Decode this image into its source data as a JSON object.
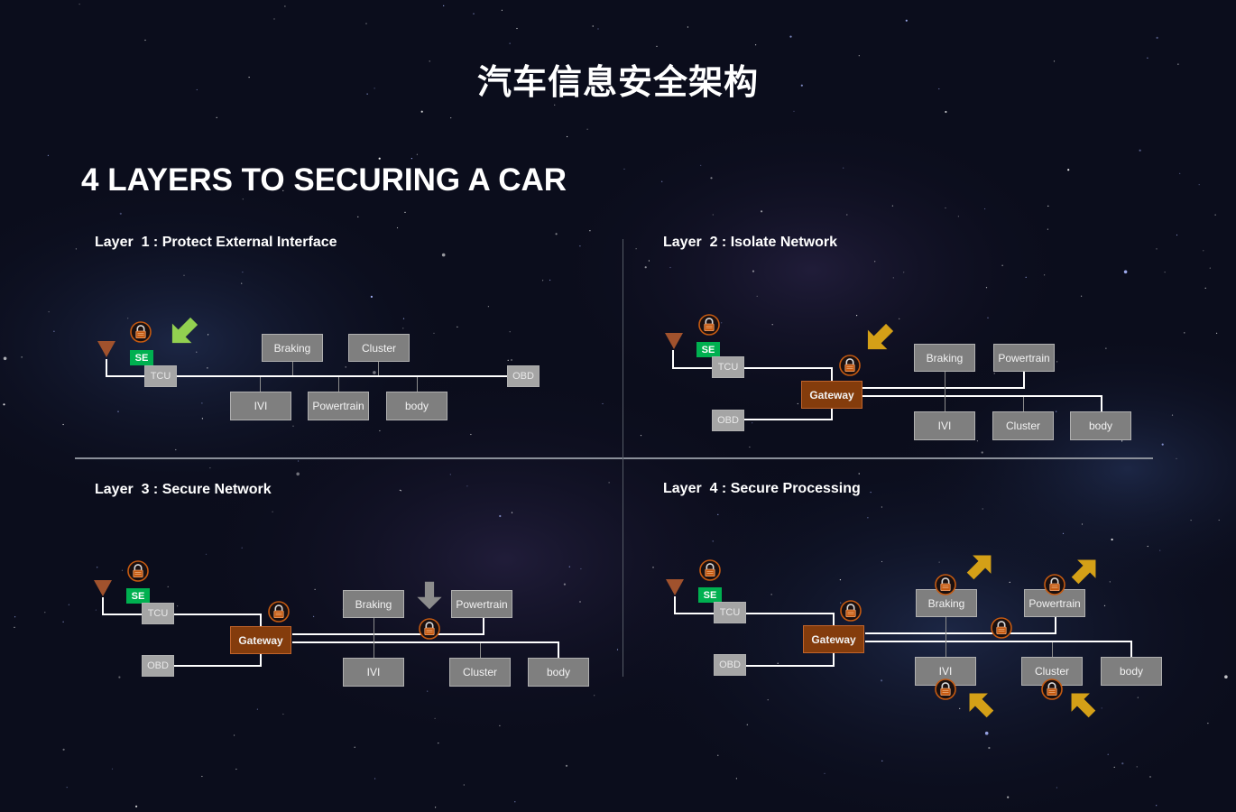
{
  "title": "汽车信息安全架构",
  "subtitle": "4 LAYERS TO SECURING A CAR",
  "layers": [
    {
      "label": "Layer  1 : Protect External Interface",
      "nodes": {
        "tcu": "TCU",
        "obd": "OBD",
        "braking": "Braking",
        "cluster": "Cluster",
        "ivi": "IVI",
        "powertrain": "Powertrain",
        "body": "body",
        "se": "SE"
      }
    },
    {
      "label": "Layer  2 : Isolate Network",
      "nodes": {
        "tcu": "TCU",
        "obd": "OBD",
        "gateway": "Gateway",
        "braking": "Braking",
        "powertrain": "Powertrain",
        "ivi": "IVI",
        "cluster": "Cluster",
        "body": "body",
        "se": "SE"
      }
    },
    {
      "label": "Layer  3 : Secure Network",
      "nodes": {
        "tcu": "TCU",
        "obd": "OBD",
        "gateway": "Gateway",
        "braking": "Braking",
        "powertrain": "Powertrain",
        "ivi": "IVI",
        "cluster": "Cluster",
        "body": "body",
        "se": "SE"
      }
    },
    {
      "label": "Layer  4 : Secure Processing",
      "nodes": {
        "tcu": "TCU",
        "obd": "OBD",
        "gateway": "Gateway",
        "braking": "Braking",
        "powertrain": "Powertrain",
        "ivi": "IVI",
        "cluster": "Cluster",
        "body": "body",
        "se": "SE"
      }
    }
  ],
  "colors": {
    "se": "#00b050",
    "gateway": "#843c0c",
    "arrow_green": "#92d050",
    "arrow_gold": "#d4a017",
    "arrow_gray": "#8c8c8c",
    "antenna": "#a0522d",
    "lock": "#c55a11"
  },
  "icons": {
    "lock": "padlock-icon",
    "antenna": "antenna-icon",
    "arrow": "pointer-arrow-icon"
  }
}
